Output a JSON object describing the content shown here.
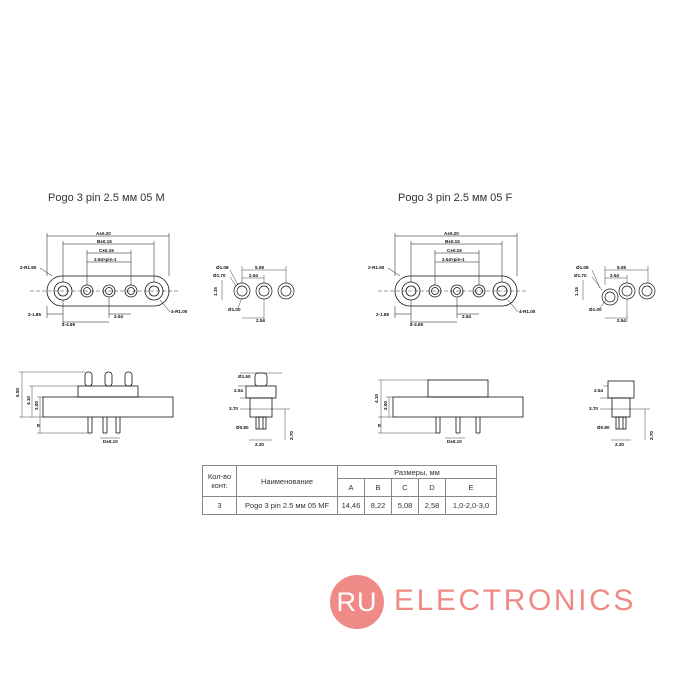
{
  "titles": {
    "male": "Pogo 3 pin 2.5 мм 05 M",
    "female": "Pogo 3 pin 2.5 мм 05 F"
  },
  "dims": {
    "a": "A±0.20",
    "b": "B±0.15",
    "c": "C±0.15",
    "pitch": "2.54×pin-1",
    "r160": "2-R1.60",
    "d185": "2-1.85",
    "d469": "2-4.69",
    "d254": "2.54",
    "r100": "4-R1.00",
    "p508": "5.08",
    "p254": "2.54",
    "p108": "Ø1.08",
    "p170": "Ø1.70",
    "p115": "1.15",
    "p100": "Ø1.00",
    "s550": "5.50",
    "s410": "4.10",
    "s200": "2.00",
    "e": "E",
    "d010": "D±0.10",
    "c150": "Ø1.50",
    "c254": "2.54",
    "c370": "3.70",
    "c080": "Ø0.80",
    "c230": "2.30",
    "c270": "2.70"
  },
  "table": {
    "h_qty": "Кол-во конт.",
    "h_name": "Наименование",
    "h_sizes": "Размеры, мм",
    "cols": [
      "A",
      "B",
      "C",
      "D",
      "E"
    ],
    "row": {
      "qty": "3",
      "name": "Pogo 3 pin 2.5 мм 05 MF",
      "a": "14,46",
      "b": "8,22",
      "c": "5,08",
      "d": "2,58",
      "e": "1,0-2,0-3,0"
    }
  },
  "logo": {
    "circle": "RU",
    "word": "ELECTRONICS",
    "color": "#f08a86"
  }
}
